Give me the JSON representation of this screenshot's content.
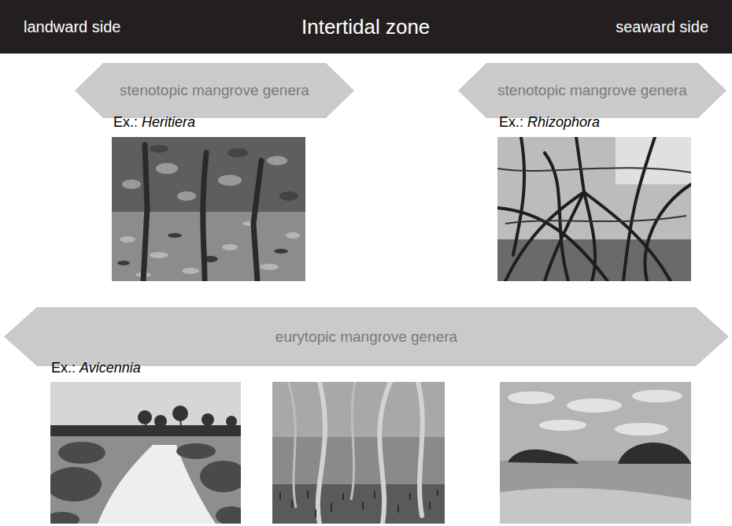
{
  "diagram": {
    "nodes": [
      {
        "text": [
          "landward side",
          "Intertidal zone",
          "seaward side"
        ]
      },
      {
        "text": [
          "stenotopic mangrove genera"
        ]
      },
      {
        "text": [
          "stenotopic mangrove genera"
        ]
      },
      {
        "text": [
          "eurytopic mangrove genera"
        ]
      }
    ],
    "labels": [
      "Ex.: Heritiera",
      "Ex.: Rhizophora",
      "Ex.: Avicennia"
    ]
  }
}
